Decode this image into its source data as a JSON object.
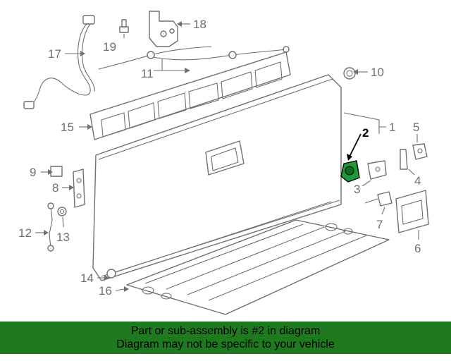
{
  "diagram": {
    "callouts": [
      {
        "id": "1",
        "label": "1"
      },
      {
        "id": "2",
        "label": "2"
      },
      {
        "id": "3",
        "label": "3"
      },
      {
        "id": "4",
        "label": "4"
      },
      {
        "id": "5",
        "label": "5"
      },
      {
        "id": "6",
        "label": "6"
      },
      {
        "id": "7",
        "label": "7"
      },
      {
        "id": "8",
        "label": "8"
      },
      {
        "id": "9",
        "label": "9"
      },
      {
        "id": "10",
        "label": "10"
      },
      {
        "id": "11",
        "label": "11"
      },
      {
        "id": "12",
        "label": "12"
      },
      {
        "id": "13",
        "label": "13"
      },
      {
        "id": "14",
        "label": "14"
      },
      {
        "id": "15",
        "label": "15"
      },
      {
        "id": "16",
        "label": "16"
      },
      {
        "id": "17",
        "label": "17"
      },
      {
        "id": "18",
        "label": "18"
      },
      {
        "id": "19",
        "label": "19"
      }
    ],
    "highlighted_part": "2",
    "highlight_color": "#1f9a3a",
    "banner_color": "#1f7a1f"
  },
  "banner": {
    "line1": "Part or sub-assembly is #2 in diagram",
    "line2": "Diagram may not be specific to your vehicle"
  }
}
